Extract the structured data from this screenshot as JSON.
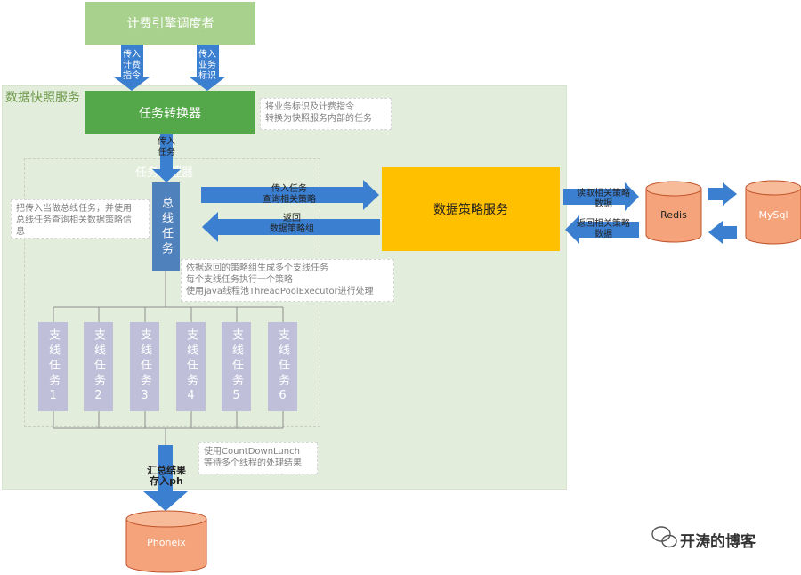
{
  "scheduler": "计费引擎调度者",
  "arrow_left_label": "传入\n计费\n指令",
  "arrow_right_label": "传入\n业务\n标识",
  "service_region_title": "数据快照服务",
  "converter": "任务转换器",
  "converter_note": "将业务标识及计费指令\n转换为快照服务内部的任务",
  "arrow_task_label": "传入\n任务",
  "processor_title": "任务处理器",
  "main_task_note": "把传入当做总线任务，并使用\n总线任务查询相关数据策略信\n息",
  "main_task": "总线任务",
  "strategy_service": "数据策略服务",
  "to_strategy_label": "传入任务\n查询相关策略",
  "from_strategy_label": "返回\n数据策略组",
  "read_label": "读取相关策略\n数据",
  "return_label": "返回相关策略\n数据",
  "redis": "Redis",
  "mysql": "MySql",
  "branch_note": "依据返回的策略组生成多个支线任务\n每个支线任务执行一个策略\n使用java线程池ThreadPoolExecutor进行处理",
  "branch_tasks": [
    "支线任务1",
    "支线任务2",
    "支线任务3",
    "支线任务4",
    "支线任务5",
    "支线任务6"
  ],
  "countdown_note": "使用CountDownLunch\n等待多个线程的处理结果",
  "summary_label": "汇总结果\n存入ph",
  "phoenix": "Phoneix",
  "watermark": "开涛的博客",
  "colors": {
    "scheduler_fill": "#a9d18e",
    "converter_fill": "#55a84a",
    "region_fill": "#e3eddb",
    "strategy_fill": "#ffc000",
    "blue_arrow": "#3b7fd0",
    "task_fill": "#4f81bd",
    "branch_fill": "#bfbfd9",
    "db_fill": "#f4a37a",
    "db_stroke": "#c0532a"
  }
}
